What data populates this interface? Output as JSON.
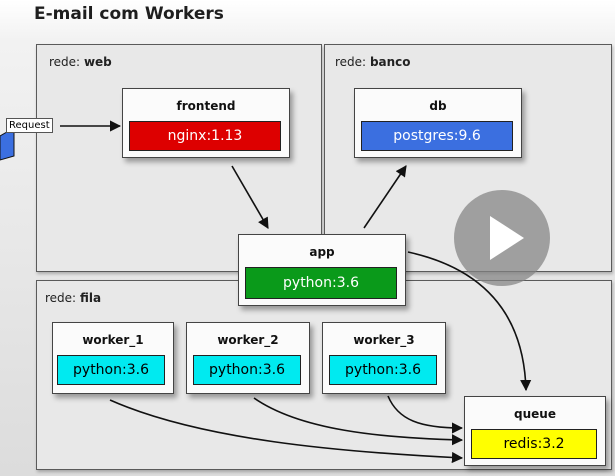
{
  "title": "E-mail com Workers",
  "request_label": "Request",
  "networks": {
    "web": {
      "prefix": "rede:",
      "name": "web"
    },
    "banco": {
      "prefix": "rede:",
      "name": "banco"
    },
    "fila": {
      "prefix": "rede:",
      "name": "fila"
    }
  },
  "services": {
    "frontend": {
      "name": "frontend",
      "image": "nginx:1.13",
      "color": "#dd0000"
    },
    "db": {
      "name": "db",
      "image": "postgres:9.6",
      "color": "#3b6fe0"
    },
    "app": {
      "name": "app",
      "image": "python:3.6",
      "color": "#0a9a1a"
    },
    "worker_1": {
      "name": "worker_1",
      "image": "python:3.6",
      "color": "#00eaf0"
    },
    "worker_2": {
      "name": "worker_2",
      "image": "python:3.6",
      "color": "#00eaf0"
    },
    "worker_3": {
      "name": "worker_3",
      "image": "python:3.6",
      "color": "#00eaf0"
    },
    "queue": {
      "name": "queue",
      "image": "redis:3.2",
      "color": "#ffff00"
    }
  },
  "play_icon": "play-icon"
}
